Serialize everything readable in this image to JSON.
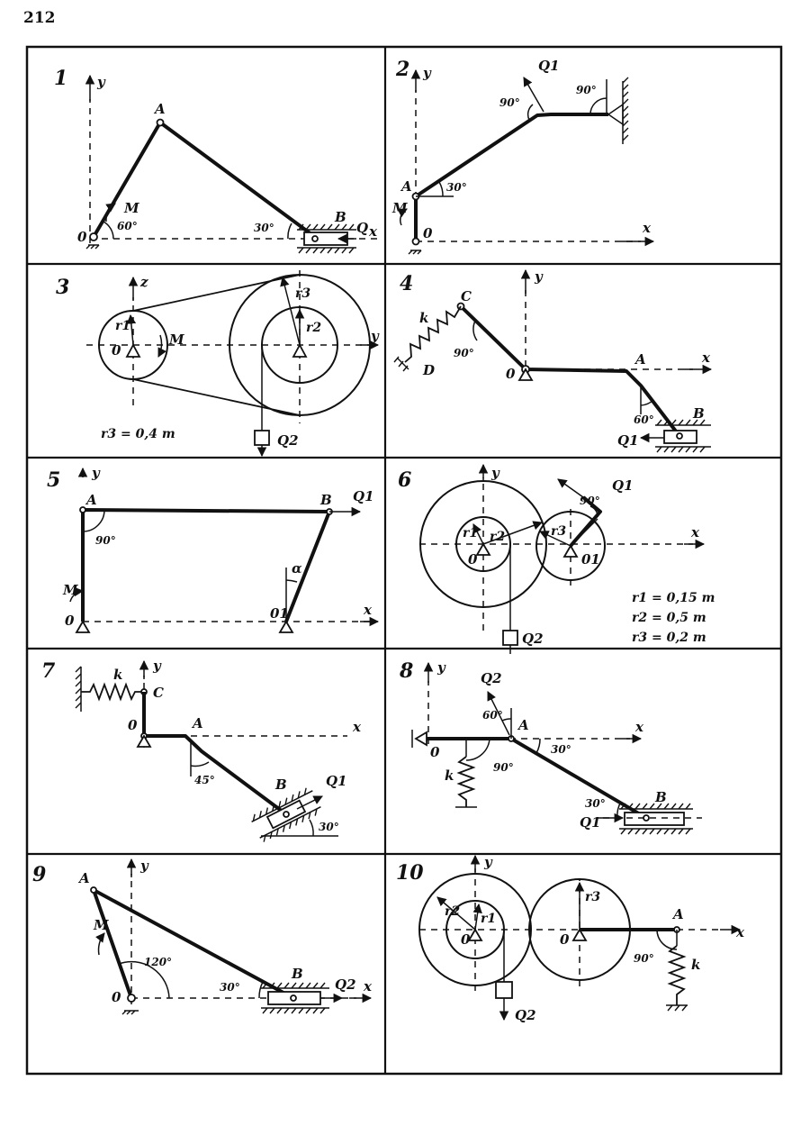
{
  "page_number": "212",
  "panels": [
    {
      "num": "1",
      "points": {
        "A": "A",
        "B": "B",
        "O": "0"
      },
      "axes": {
        "x": "x",
        "y": "y"
      },
      "moment": "M",
      "force": "Q",
      "angles": {
        "a1": "60°",
        "a2": "30°"
      }
    },
    {
      "num": "2",
      "points": {
        "A": "A",
        "O": "0"
      },
      "axes": {
        "x": "x",
        "y": "y"
      },
      "moment": "M",
      "force": "Q1",
      "angles": {
        "a1": "90°",
        "a2": "90°",
        "a3": "30°"
      }
    },
    {
      "num": "3",
      "points": {
        "O": "0"
      },
      "axes": {
        "z": "z",
        "y": "y"
      },
      "moment": "M",
      "force": "Q2",
      "radii": {
        "r1": "r1",
        "r2": "r2",
        "r3": "r3"
      },
      "values": {
        "v1": "r3 = 0,4 m"
      }
    },
    {
      "num": "4",
      "points": {
        "A": "A",
        "B": "B",
        "C": "C",
        "D": "D",
        "O": "0"
      },
      "axes": {
        "x": "x",
        "y": "y"
      },
      "spring": "k",
      "force": "Q1",
      "angles": {
        "a1": "90°",
        "a2": "60°"
      }
    },
    {
      "num": "5",
      "points": {
        "A": "A",
        "B": "B",
        "O": "0",
        "O1": "01"
      },
      "axes": {
        "x": "x",
        "y": "y"
      },
      "moment": "M",
      "force": "Q1",
      "angles": {
        "a1": "90°",
        "a2": "α"
      }
    },
    {
      "num": "6",
      "points": {
        "O": "0",
        "O1": "01"
      },
      "axes": {
        "x": "x",
        "y": "y"
      },
      "force1": "Q1",
      "force2": "Q2",
      "radii": {
        "r1": "r1",
        "r2": "r2",
        "r3": "r3"
      },
      "angles": {
        "a1": "90°"
      },
      "values": {
        "v1": "r1 = 0,15 m",
        "v2": "r2 = 0,5  m",
        "v3": "r3 = 0,2  m"
      }
    },
    {
      "num": "7",
      "points": {
        "A": "A",
        "B": "B",
        "C": "C",
        "O": "0"
      },
      "axes": {
        "x": "x",
        "y": "y"
      },
      "spring": "k",
      "force": "Q1",
      "angles": {
        "a1": "45°",
        "a2": "30°"
      }
    },
    {
      "num": "8",
      "points": {
        "A": "A",
        "B": "B",
        "O": "0"
      },
      "axes": {
        "x": "x",
        "y": "y"
      },
      "spring": "k",
      "force1": "Q2",
      "force2": "Q1",
      "angles": {
        "a1": "60°",
        "a2": "90°",
        "a3": "30°",
        "a4": "30°"
      }
    },
    {
      "num": "9",
      "points": {
        "A": "A",
        "B": "B",
        "O": "0"
      },
      "axes": {
        "x": "x",
        "y": "y"
      },
      "moment": "M",
      "force": "Q2",
      "angles": {
        "a1": "120°",
        "a2": "30°"
      }
    },
    {
      "num": "10",
      "points": {
        "A": "A",
        "O": "0"
      },
      "axes": {
        "x": "x",
        "y": "y"
      },
      "spring": "k",
      "force": "Q2",
      "radii": {
        "r1": "r1",
        "r2": "r2",
        "r3": "r3"
      },
      "angles": {
        "a1": "90°"
      }
    }
  ]
}
